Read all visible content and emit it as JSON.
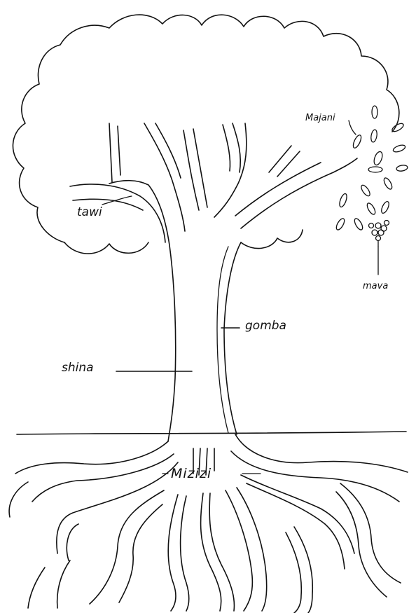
{
  "labels": {
    "majani": "Majani",
    "tawi": "tawi",
    "maua": "mava",
    "gomba": "gomba",
    "shina": "shina",
    "mizizi": "Mizizi"
  }
}
